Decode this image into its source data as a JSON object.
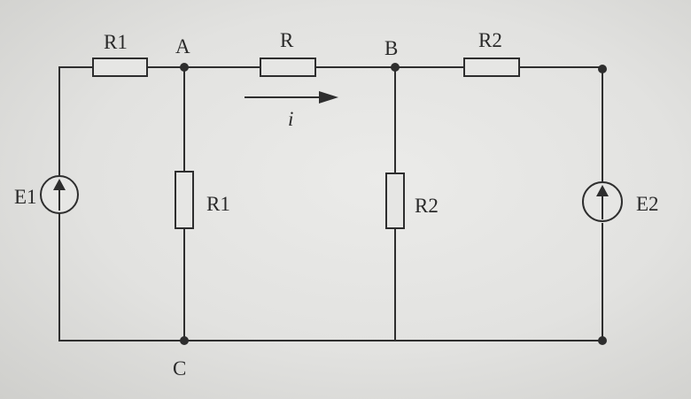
{
  "circuit": {
    "nodes": {
      "A": "A",
      "B": "B",
      "C": "C"
    },
    "resistors": {
      "top_left": "R1",
      "top_middle": "R",
      "top_right": "R2",
      "vertical_left": "R1",
      "vertical_right": "R2"
    },
    "sources": {
      "left": "E1",
      "right": "E2"
    },
    "current": {
      "label": "i"
    }
  },
  "colors": {
    "wire": "#2e2e2e",
    "paper": "#e6e6e4"
  }
}
